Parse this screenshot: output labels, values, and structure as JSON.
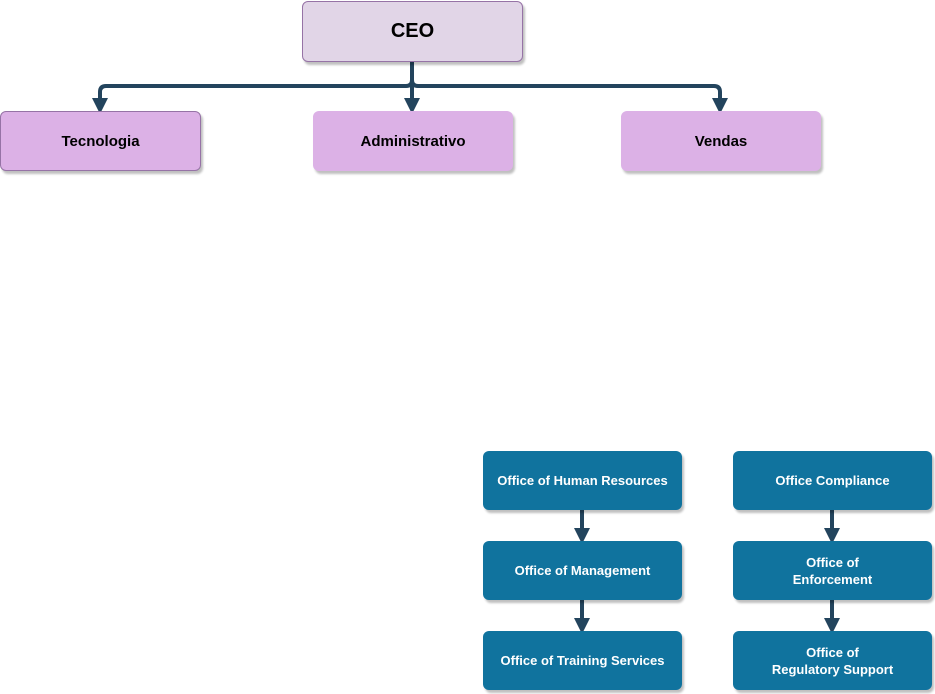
{
  "colors": {
    "ceo_fill": "#e1d5e7",
    "ceo_border": "#9673a6",
    "dept_fill": "#dcb1e6",
    "office_fill": "#10739e",
    "connector": "#23445d"
  },
  "ceo": {
    "label": "CEO"
  },
  "departments": [
    {
      "label": "Tecnologia"
    },
    {
      "label": "Administrativo"
    },
    {
      "label": "Vendas"
    }
  ],
  "offices_left": [
    {
      "label": "Office of Human Resources"
    },
    {
      "label": "Office of Management"
    },
    {
      "label": "Office of Training Services"
    }
  ],
  "offices_right": [
    {
      "label": "Office Compliance"
    },
    {
      "label": "Office of\nEnforcement"
    },
    {
      "label": "Office of\nRegulatory Support"
    }
  ]
}
